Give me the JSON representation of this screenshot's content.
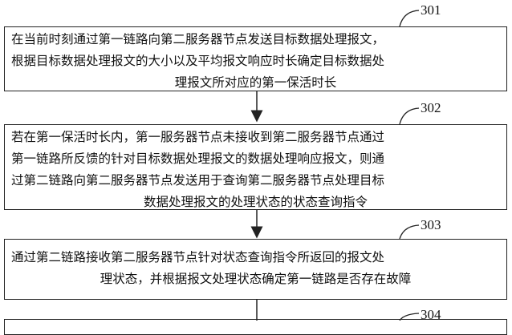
{
  "steps": [
    {
      "label": "301",
      "lines": [
        "在当前时刻通过第一链路向第二服务器节点发送目标数据处理报文，",
        "根据目标数据处理报文的大小以及平均报文响应时长确定目标数据处",
        "理报文所对应的第一保活时长"
      ]
    },
    {
      "label": "302",
      "lines": [
        "若在第一保活时长内，第一服务器节点未接收到第二服务器节点通过",
        "第一链路所反馈的针对目标数据处理报文的数据处理响应报文，则通",
        "过第二链路向第二服务器节点发送用于查询第二服务器节点处理目标",
        "数据处理报文的处理状态的状态查询指令"
      ]
    },
    {
      "label": "303",
      "lines": [
        "通过第二链路接收第二服务器节点针对状态查询指令所返回的报文处",
        "理状态，并根据报文处理状态确定第一链路是否存在故障"
      ]
    },
    {
      "label": "304",
      "lines": []
    }
  ]
}
